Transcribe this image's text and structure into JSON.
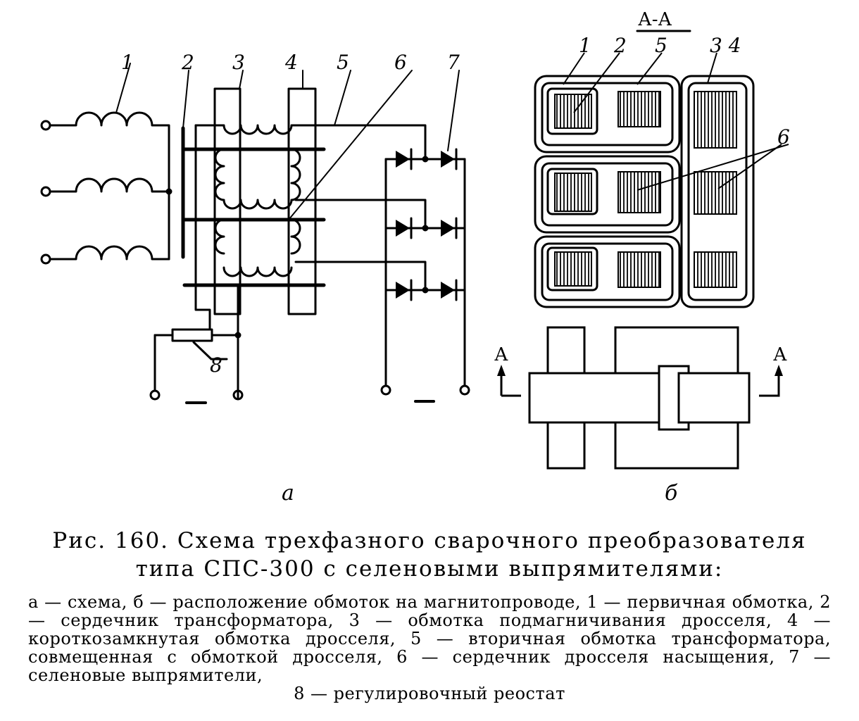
{
  "labels": {
    "primary_winding": "1",
    "transformer_core": "2",
    "bias_winding": "3",
    "shorted_winding": "4",
    "secondary_winding": "5",
    "choke_core": "6",
    "rectifiers": "7",
    "rheostat": "8"
  },
  "sublabels": {
    "a": "а",
    "b": "б"
  },
  "section": {
    "title": "А-А",
    "left_mark": "А",
    "right_mark": "А"
  },
  "section_labels": {
    "l1": "1",
    "l2": "2",
    "l5": "5",
    "l34": "3 4",
    "l6": "6"
  },
  "caption": {
    "title_line1": "Рис. 160. Схема трехфазного сварочного преобразователя",
    "title_line2": "типа СПС-300 с селеновыми выпрямителями:",
    "legend_main": "а — схема, б — расположение обмоток на магнитопроводе, 1 — первичная обмотка, 2 — сердечник трансформатора, 3 — обмотка подмагничивания дросселя, 4 — короткозамкнутая обмотка дросселя, 5 — вторичная обмотка трансформатора, совмещенная с обмоткой дросселя, 6 — сердечник дросселя насыщения, 7 — селеновые выпрямители,",
    "legend_last": "8 — регулировочный реостат"
  }
}
